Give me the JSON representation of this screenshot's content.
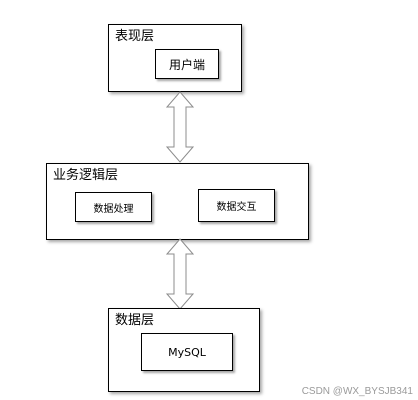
{
  "presentation_layer": {
    "title": "表现层",
    "client_box": "用户端"
  },
  "business_layer": {
    "title": "业务逻辑层",
    "data_processing_box": "数据处理",
    "data_exchange_box": "数据交互"
  },
  "data_layer": {
    "title": "数据层",
    "db_box": "MySQL"
  },
  "watermark": "CSDN @WX_BYSJB341",
  "colors": {
    "border": "#000000",
    "arrow_fill": "#ffffff",
    "arrow_stroke": "#8c8c8c",
    "watermark": "#9a9a9a"
  }
}
